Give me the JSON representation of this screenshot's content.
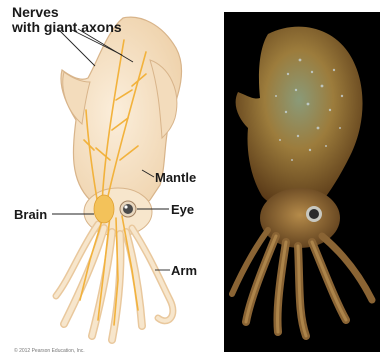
{
  "labels": {
    "nerves_line1": "Nerves",
    "nerves_line2": "with giant axons",
    "mantle": "Mantle",
    "brain": "Brain",
    "eye": "Eye",
    "arm": "Arm"
  },
  "copyright": "© 2012 Pearson Education, Inc.",
  "colors": {
    "body_fill": "#f6e3c6",
    "body_stroke": "#d8b48a",
    "nerve": "#f2b23c",
    "brain": "#f3c25a",
    "photo_background": "#000000",
    "photo_squid": "#9a7a3a"
  }
}
